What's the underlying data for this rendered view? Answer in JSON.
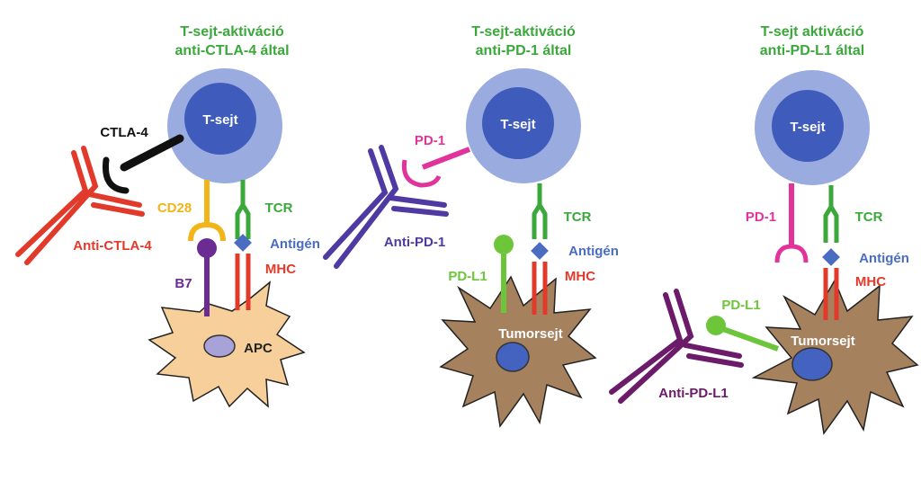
{
  "colors": {
    "title": "#3aa83a",
    "tcell_outer": "#9aabdf",
    "tcell_inner": "#3f5cbd",
    "ctla4": "#111111",
    "anti_ctla4": "#e23a2a",
    "cd28": "#f2b419",
    "b7": "#6a2b93",
    "tcr": "#3aa83a",
    "antigen": "#4a6cc1",
    "mhc": "#e23a2a",
    "apc": "#f6cf9a",
    "apc_nucleus": "#a9a2d8",
    "pd1": "#e0339c",
    "anti_pd1": "#4e3aa2",
    "pdl1": "#6dc63a",
    "tumor": "#a5815e",
    "tumor_nucleus": "#4463c1",
    "anti_pdl1": "#6b1b6a",
    "tumor_label": "#ffffff"
  },
  "panels": [
    {
      "title_line1": "T-sejt-aktiváció",
      "title_line2": "anti-CTLA-4 által",
      "tcell": "T-sejt",
      "labels": {
        "ctla4": "CTLA-4",
        "cd28": "CD28",
        "tcr": "TCR",
        "antigen": "Antigén",
        "mhc": "MHC",
        "b7": "B7",
        "antibody": "Anti-CTLA-4",
        "cell": "APC"
      }
    },
    {
      "title_line1": "T-sejt-aktiváció",
      "title_line2": "anti-PD-1 által",
      "tcell": "T-sejt",
      "labels": {
        "pd1": "PD-1",
        "tcr": "TCR",
        "antigen": "Antigén",
        "mhc": "MHC",
        "pdl1": "PD-L1",
        "antibody": "Anti-PD-1",
        "cell": "Tumorsejt"
      }
    },
    {
      "title_line1": "T-sejt aktiváció",
      "title_line2": "anti-PD-L1 által",
      "tcell": "T-sejt",
      "labels": {
        "pd1": "PD-1",
        "tcr": "TCR",
        "antigen": "Antigén",
        "mhc": "MHC",
        "pdl1": "PD-L1",
        "antibody": "Anti-PD-L1",
        "cell": "Tumorsejt"
      }
    }
  ]
}
